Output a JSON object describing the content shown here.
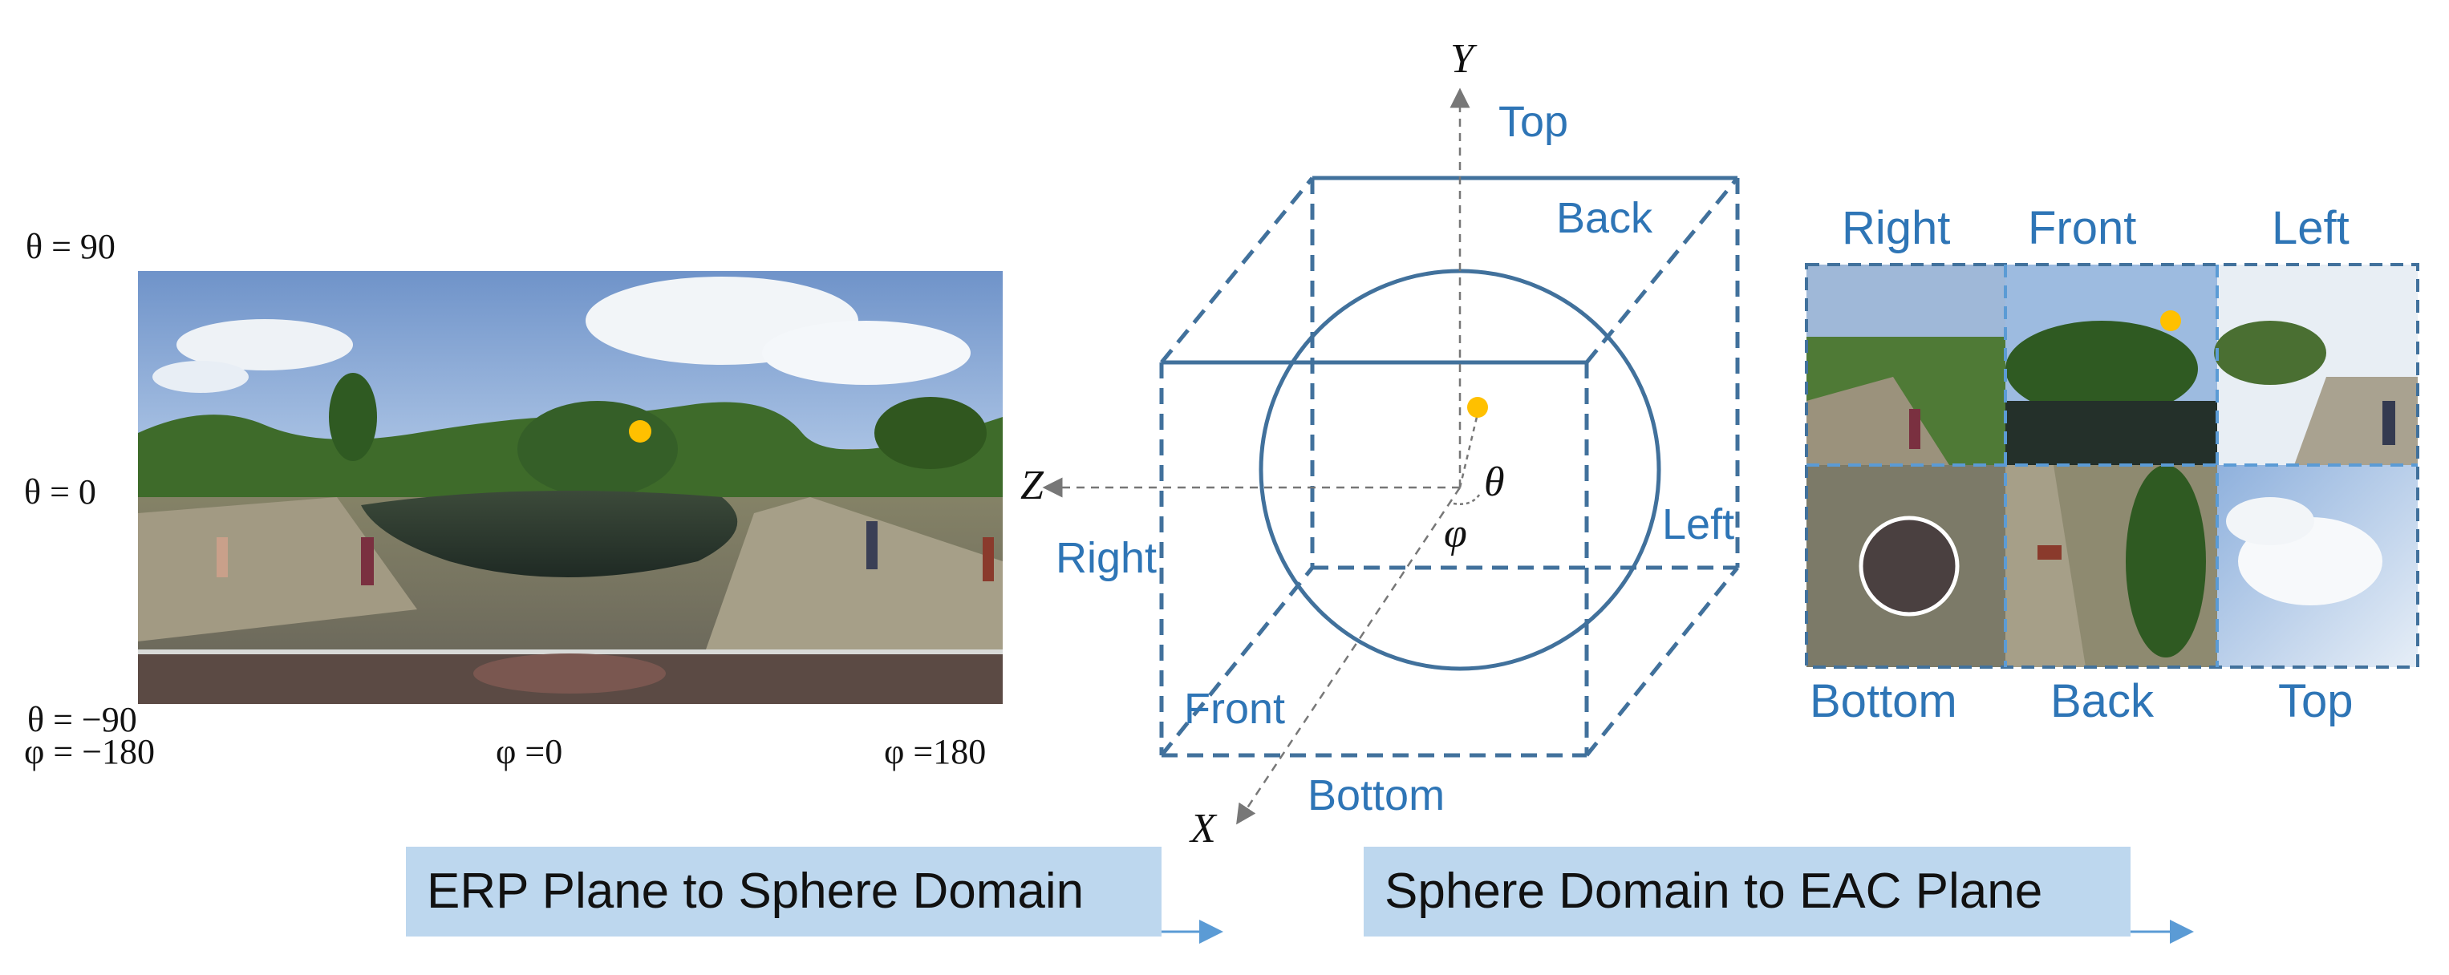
{
  "erp": {
    "theta_top": "θ = 90",
    "theta_mid": "θ = 0",
    "theta_bottom": "θ = −90",
    "phi_left": "φ = −180",
    "phi_mid": "φ =0",
    "phi_right": "φ =180"
  },
  "sphere": {
    "axis_y": "Y",
    "axis_z": "Z",
    "axis_x": "X",
    "angle_theta": "θ",
    "angle_phi": "φ",
    "face_top": "Top",
    "face_back": "Back",
    "face_left": "Left",
    "face_right": "Right",
    "face_front": "Front",
    "face_bottom": "Bottom"
  },
  "eac": {
    "top_labels": [
      "Right",
      "Front",
      "Left"
    ],
    "bottom_labels": [
      "Bottom",
      "Back",
      "Top"
    ]
  },
  "banners": {
    "left": "ERP Plane to Sphere Domain",
    "right": "Sphere Domain to EAC Plane"
  },
  "colors": {
    "label_blue": "#2e75b6",
    "cube_line": "#41719c",
    "marker": "#ffc000",
    "banner_bg": "#bdd7ee"
  }
}
